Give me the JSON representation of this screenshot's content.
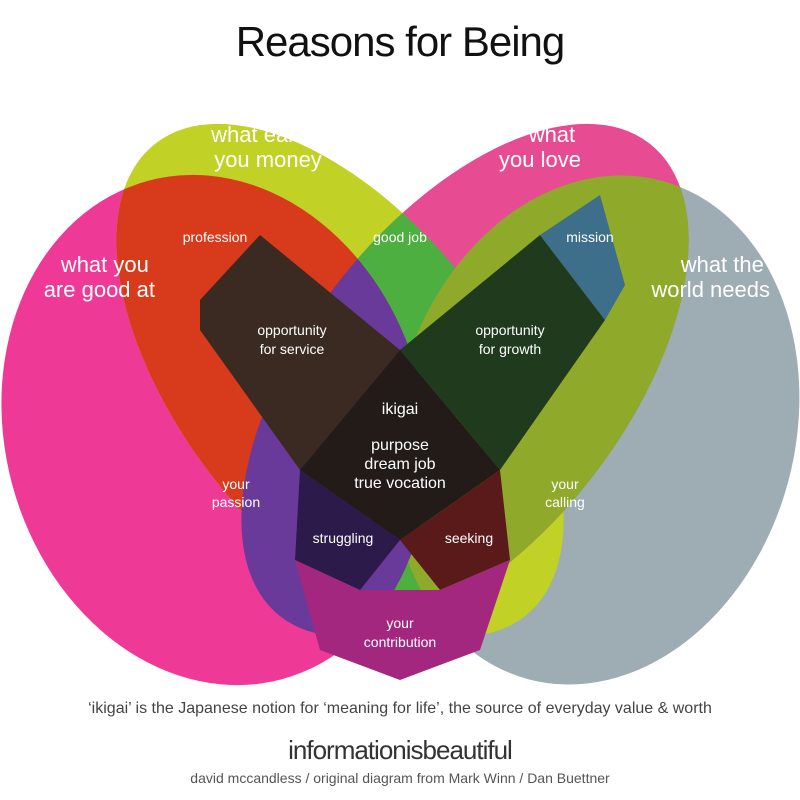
{
  "title": "Reasons for Being",
  "circles": {
    "good_at": "what you are good at",
    "money": "what earns you money",
    "love": "what you love",
    "needs": "what the world needs"
  },
  "labels": {
    "profession": "profession",
    "good_job": "good job",
    "mission": "mission",
    "opportunity_service_1": "opportunity",
    "opportunity_service_2": "for service",
    "opportunity_growth_1": "opportunity",
    "opportunity_growth_2": "for growth",
    "ikigai": "ikigai",
    "purpose": "purpose",
    "dream_job": "dream job",
    "true_vocation": "true vocation",
    "passion_1": "your",
    "passion_2": "passion",
    "calling_1": "your",
    "calling_2": "calling",
    "struggling": "struggling",
    "seeking": "seeking",
    "contribution_1": "your",
    "contribution_2": "contribution"
  },
  "footnote": "‘ikigai’ is the Japanese notion for ‘meaning for life’, the source of everyday value & worth",
  "brand": "informationisbeautiful",
  "credit": "david mccandless / original diagram from Mark Winn / Dan Buettner",
  "colors": {
    "good_at": "#ee3a96",
    "money": "#bfd121",
    "love": "#e9418e",
    "needs": "#9aaab1",
    "center": "#221b17"
  }
}
